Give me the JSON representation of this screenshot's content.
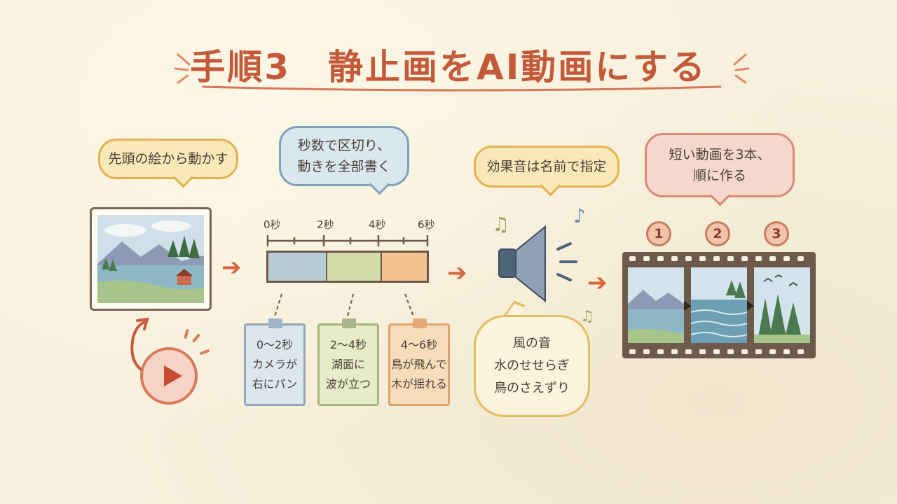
{
  "title": "手順3　静止画をAI動画にする",
  "bubbles": {
    "start": "先頭の絵から動かす",
    "timeline_line1": "秒数で区切り、",
    "timeline_line2": "動きを全部書く",
    "sound": "効果音は名前で指定",
    "clips_line1": "短い動画を3本、",
    "clips_line2": "順に作る"
  },
  "timeline": {
    "ticks": [
      "0秒",
      "2秒",
      "4秒",
      "6秒"
    ],
    "colors": [
      "#b6cbd6",
      "#d1dca8",
      "#f2c38f"
    ]
  },
  "cards": [
    {
      "range": "0～2秒",
      "line1": "カメラが",
      "line2": "右にパン"
    },
    {
      "range": "2～4秒",
      "line1": "湖面に",
      "line2": "波が立つ"
    },
    {
      "range": "4～6秒",
      "line1": "鳥が飛んで",
      "line2": "木が揺れる"
    }
  ],
  "sounds": [
    "風の音",
    "水のせせらぎ",
    "鳥のさえずり"
  ],
  "clip_numbers": [
    "1",
    "2",
    "3"
  ],
  "icons": [
    "play-icon",
    "speaker-icon",
    "music-note-icon",
    "film-strip-icon",
    "arrow-icon"
  ]
}
